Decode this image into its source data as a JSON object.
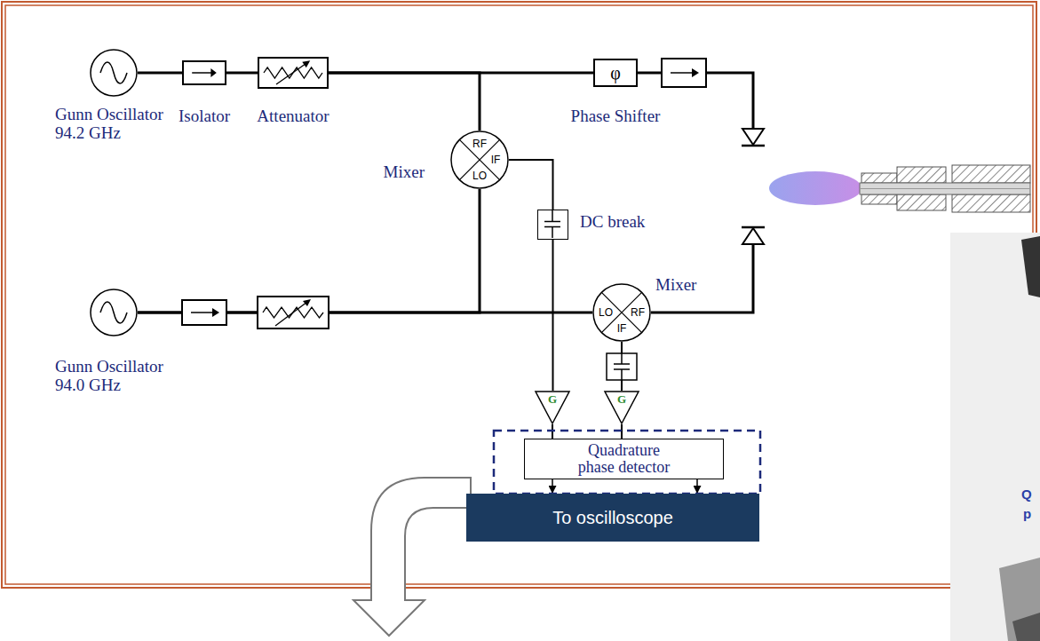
{
  "diagram": {
    "nodes": [
      {
        "text": [
          "Gunn Oscillator 94.2 GHz"
        ]
      },
      {
        "text": [
          "Isolator"
        ]
      },
      {
        "text": [
          "Attenuator"
        ]
      },
      {
        "text": [
          "φ",
          "Phase Shifter"
        ]
      },
      {
        "text": [
          "Mixer",
          "RF",
          "IF",
          "LO"
        ]
      },
      {
        "text": [
          "DC break"
        ]
      },
      {
        "text": [
          "Gunn Oscillator 94.0 GHz"
        ]
      },
      {
        "text": [
          "Mixer",
          "LO",
          "RF",
          "IF"
        ]
      },
      {
        "text": [
          "G"
        ]
      },
      {
        "text": [
          "G"
        ]
      },
      {
        "text": [
          "Quadrature phase detector"
        ]
      },
      {
        "text": [
          "To oscilloscope"
        ]
      }
    ],
    "edges": [
      {
        "from": 0,
        "to": 1,
        "arrow": "none"
      },
      {
        "from": 1,
        "to": 2,
        "arrow": "none"
      },
      {
        "from": 2,
        "to": 3,
        "arrow": "none"
      },
      {
        "from": 2,
        "to": 4,
        "arrow": "none"
      },
      {
        "from": 4,
        "to": 5,
        "arrow": "none"
      },
      {
        "from": 5,
        "to": 8,
        "arrow": "none"
      },
      {
        "from": 6,
        "to": 7,
        "arrow": "none"
      },
      {
        "from": 6,
        "to": 4,
        "arrow": "none"
      },
      {
        "from": 7,
        "to": 9,
        "arrow": "none"
      },
      {
        "from": 8,
        "to": 10,
        "arrow": "none"
      },
      {
        "from": 9,
        "to": 10,
        "arrow": "none"
      },
      {
        "from": 10,
        "to": 11,
        "arrow": "to"
      },
      {
        "from": 10,
        "to": 11,
        "arrow": "to"
      }
    ],
    "labels": [
      "Q",
      "p"
    ]
  }
}
